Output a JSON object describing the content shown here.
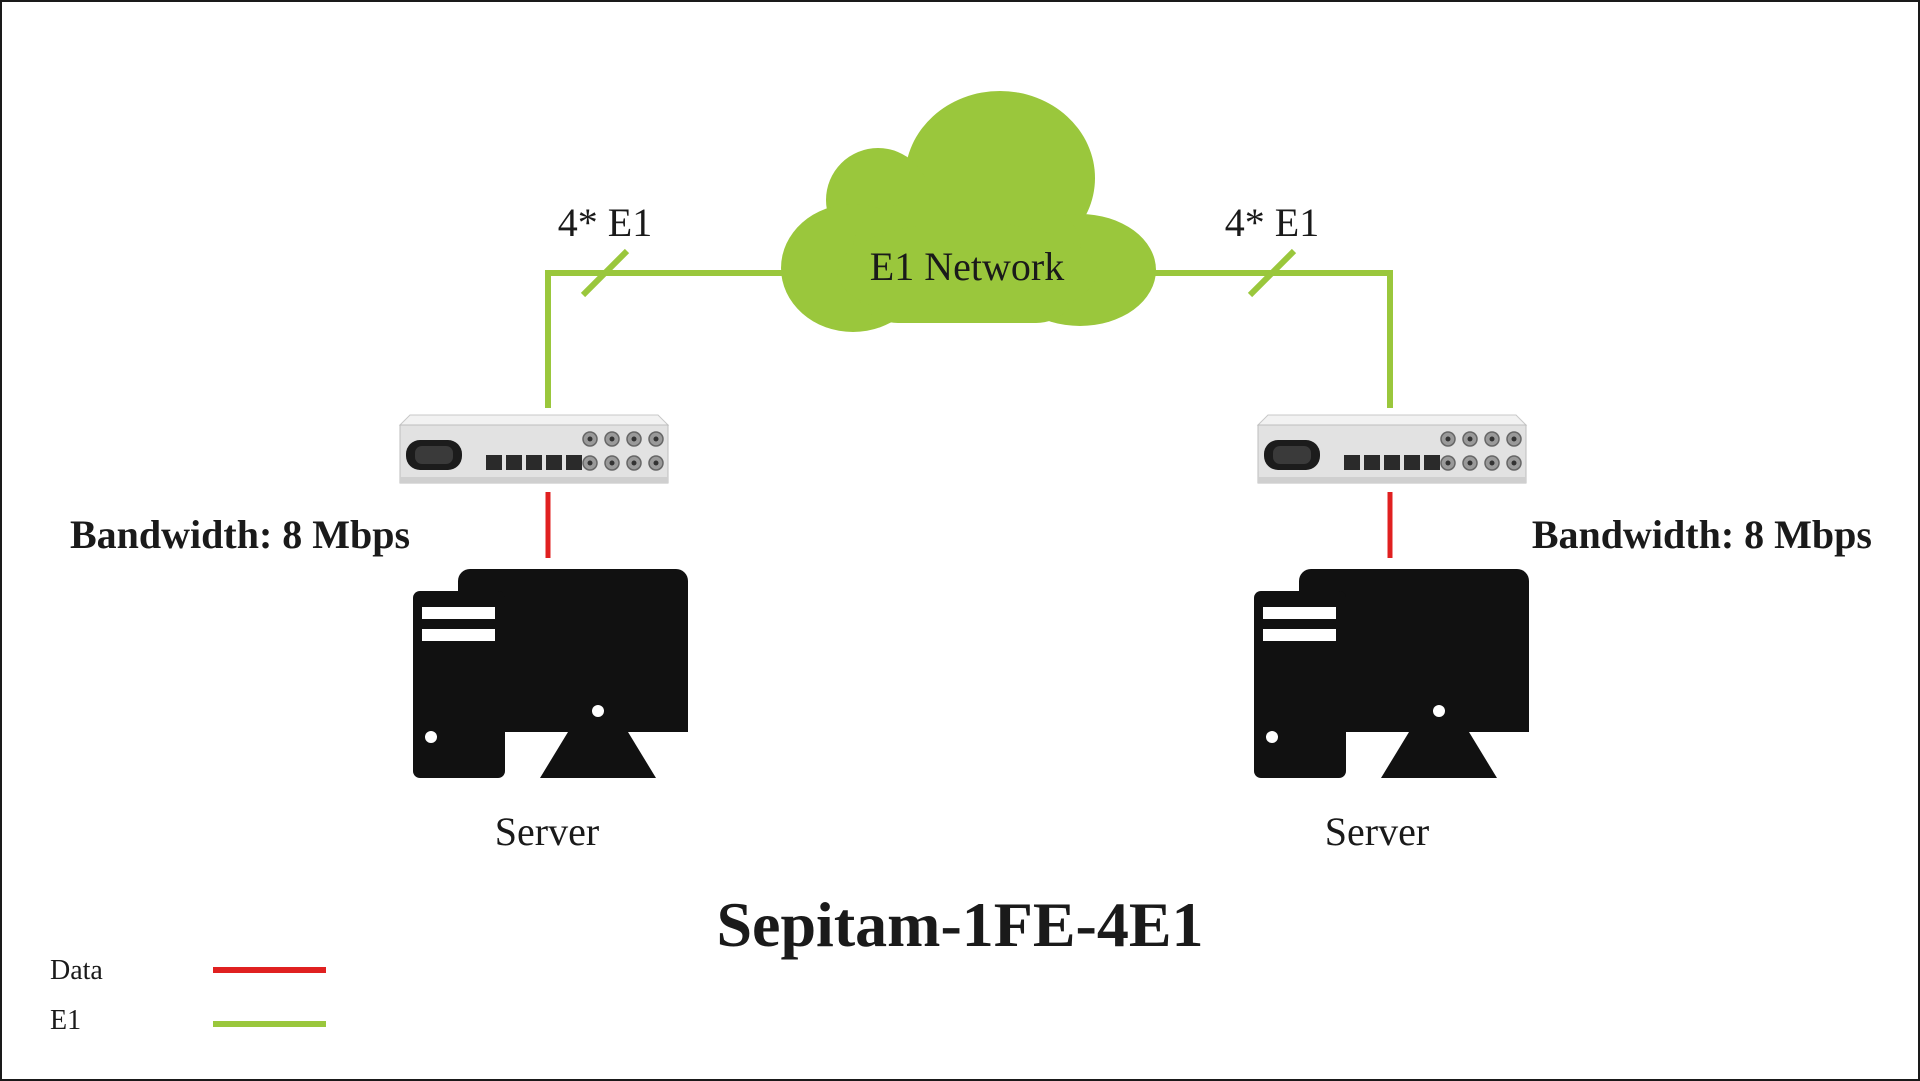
{
  "diagram": {
    "title": "Sepitam-1FE-4E1",
    "cloud_label": "E1 Network",
    "left": {
      "link_label": "4* E1",
      "bandwidth_label": "Bandwidth: 8 Mbps",
      "server_label": "Server"
    },
    "right": {
      "link_label": "4* E1",
      "bandwidth_label": "Bandwidth: 8 Mbps",
      "server_label": "Server"
    },
    "legend": [
      {
        "label": "Data",
        "color": "#e02020"
      },
      {
        "label": "E1",
        "color": "#9ac73c"
      }
    ],
    "colors": {
      "e1_line": "#9ac73c",
      "data_line": "#e02020",
      "cloud": "#9ac73c",
      "device_body": "#e4e4e4",
      "computer": "#111111"
    },
    "icons": [
      "cloud-icon",
      "e1-converter-device-icon",
      "computer-icon"
    ]
  }
}
